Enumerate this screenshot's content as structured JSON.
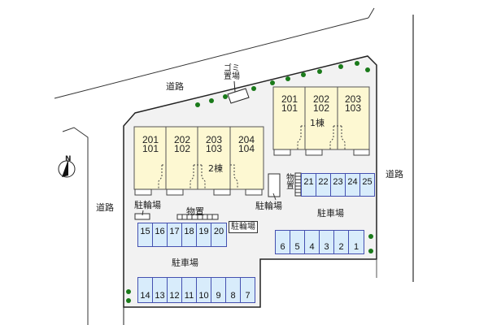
{
  "roads": {
    "north_label": "道路",
    "west_label": "道路",
    "east_label": "道路"
  },
  "compass": {
    "label": "N",
    "icon": "north-arrow-icon"
  },
  "garbage": {
    "line1": "ゴミ",
    "line2": "置場"
  },
  "building1": {
    "name": "1棟",
    "units": [
      {
        "upper": "201",
        "lower": "101"
      },
      {
        "upper": "202",
        "lower": "102"
      },
      {
        "upper": "203",
        "lower": "103"
      }
    ]
  },
  "building2": {
    "name": "2棟",
    "units": [
      {
        "upper": "201",
        "lower": "101"
      },
      {
        "upper": "202",
        "lower": "102"
      },
      {
        "upper": "203",
        "lower": "103"
      },
      {
        "upper": "204",
        "lower": "104"
      }
    ]
  },
  "labels": {
    "bicycle_west": "駐輪場",
    "bicycle_center": "駐輪場",
    "bicycle_east": "駐輪場",
    "storage_center": "物置",
    "storage_east_1": "物",
    "storage_east_2": "置",
    "parking_east": "駐車場",
    "parking_south": "駐車場"
  },
  "parking": {
    "row_21_25": [
      "21",
      "22",
      "23",
      "24",
      "25"
    ],
    "row_15_20": [
      "15",
      "16",
      "17",
      "18",
      "19",
      "20"
    ],
    "row_6_1": [
      "6",
      "5",
      "4",
      "3",
      "2",
      "1"
    ],
    "row_14_7": [
      "14",
      "13",
      "12",
      "11",
      "10",
      "9",
      "8",
      "7"
    ]
  },
  "colors": {
    "building_fill": "#fdf8d2",
    "parking_fill": "#d8ecfb",
    "parking_border": "#4450b0",
    "tree": "#1a7a1a",
    "site_fill": "#f2f2f2"
  }
}
